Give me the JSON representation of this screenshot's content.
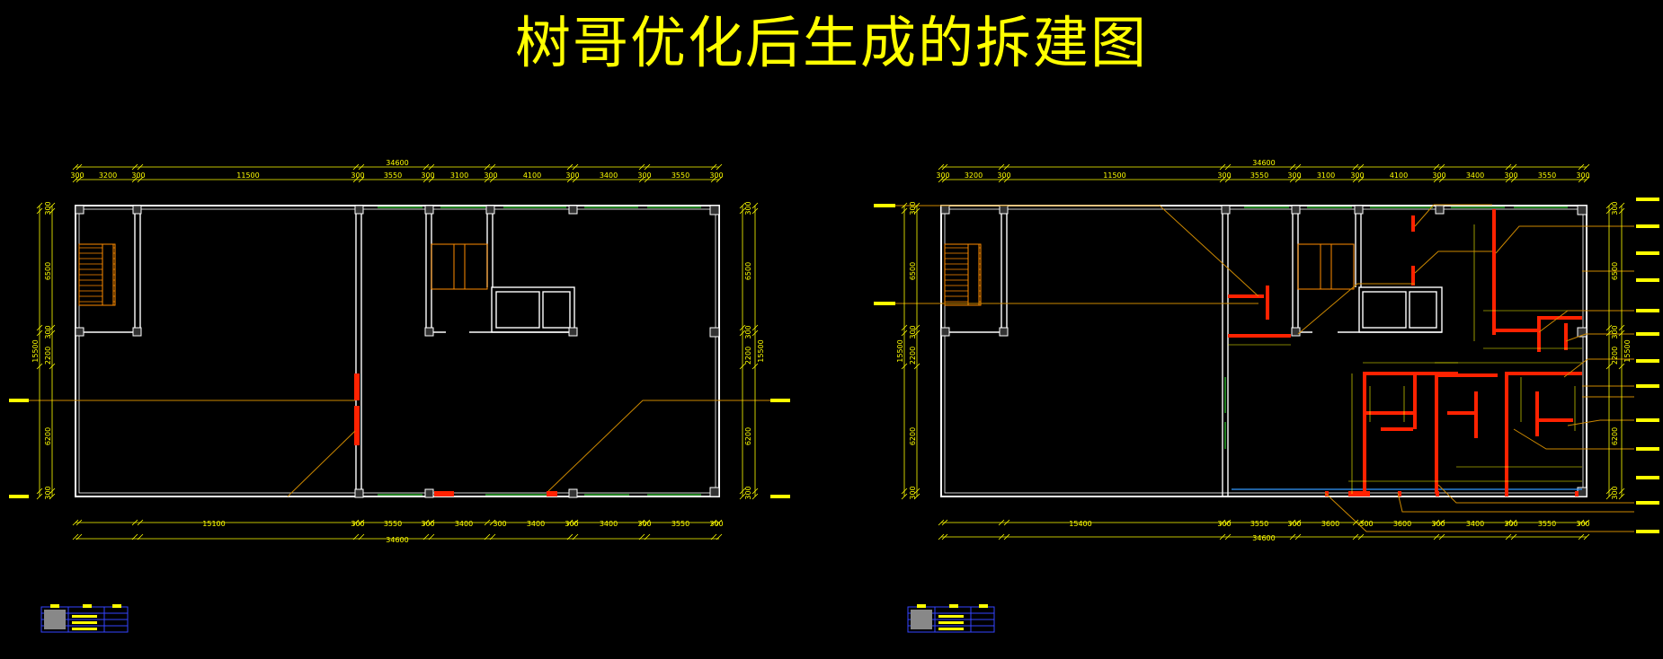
{
  "title": "树哥优化后生成的拆建图",
  "colors": {
    "background": "#000000",
    "title": "#FFFF00",
    "wall": "#FFFFFF",
    "dimension": "#FFFF00",
    "stair": "#FF8C00",
    "demolish": "#FF2200",
    "window": "#33CC33",
    "leader": "#CC8800",
    "titleblock": "#3344FF"
  },
  "plans": [
    {
      "name": "left-plan",
      "top_overall": "34600",
      "top_dims": [
        "300",
        "3200",
        "300",
        "11500",
        "300",
        "3550",
        "300",
        "3100",
        "300",
        "4100",
        "300",
        "3400",
        "300",
        "3550",
        "300"
      ],
      "bottom_dims": [
        "15100",
        "300",
        "3550",
        "300",
        "3400",
        "300",
        "3400",
        "300",
        "3400",
        "300",
        "3550",
        "300"
      ],
      "bottom_overall": "34600",
      "left_overall": "15500",
      "left_dims": [
        "300",
        "6500",
        "300",
        "2200",
        "6200",
        "300"
      ],
      "right_overall": "15500",
      "right_dims": [
        "300",
        "6500",
        "300",
        "2200",
        "6200",
        "300"
      ]
    },
    {
      "name": "right-plan",
      "top_overall": "34600",
      "top_dims": [
        "300",
        "3200",
        "300",
        "11500",
        "300",
        "3550",
        "300",
        "3100",
        "300",
        "4100",
        "300",
        "3400",
        "300",
        "3550",
        "300"
      ],
      "bottom_dims": [
        "15400",
        "300",
        "3550",
        "300",
        "3600",
        "300",
        "3600",
        "300",
        "3400",
        "300",
        "3550",
        "300"
      ],
      "bottom_overall": "34600",
      "left_overall": "15500",
      "left_dims": [
        "300",
        "6500",
        "300",
        "2200",
        "6200",
        "300"
      ],
      "right_overall": "15500",
      "right_dims": [
        "300",
        "6500",
        "300",
        "2200",
        "6200",
        "300"
      ]
    }
  ]
}
